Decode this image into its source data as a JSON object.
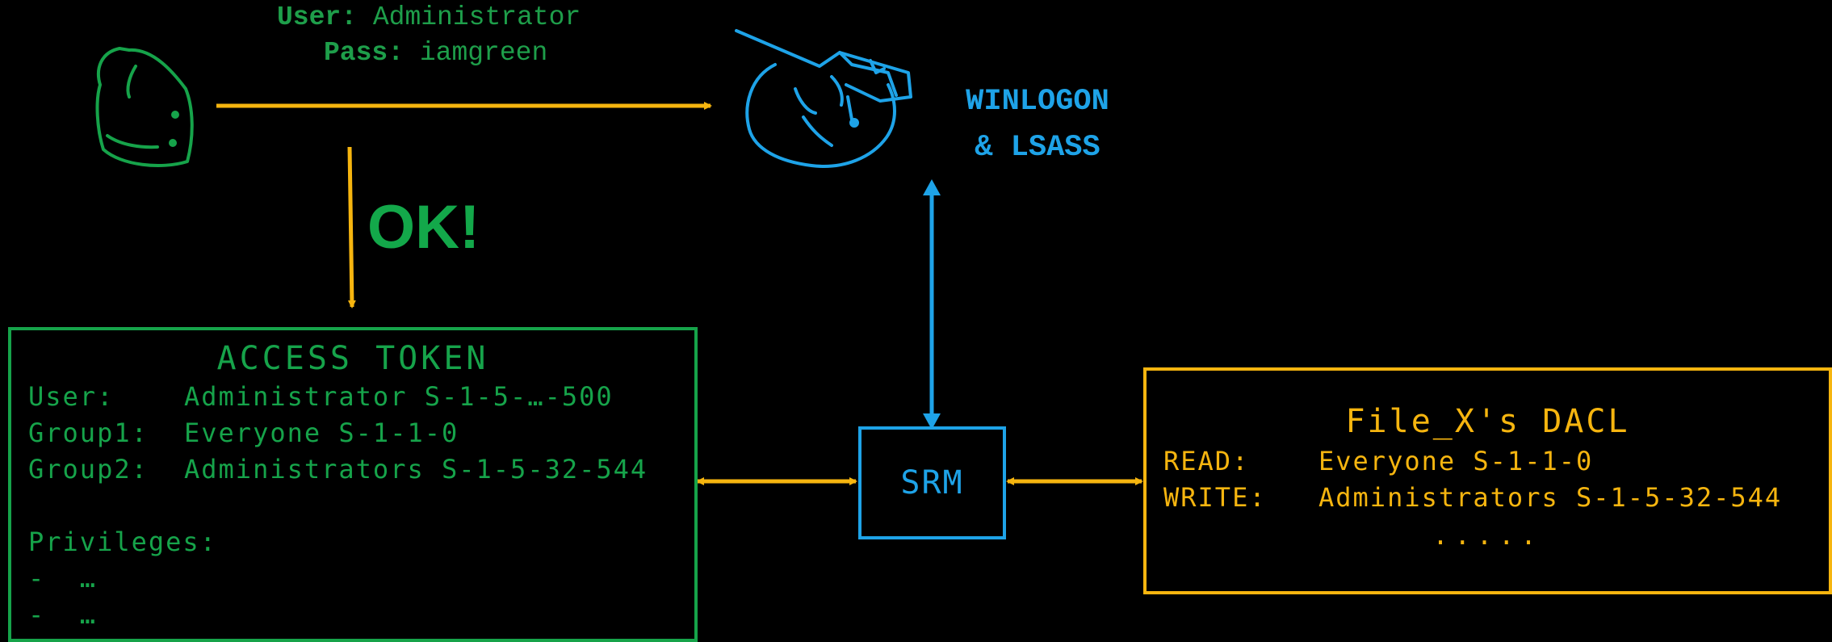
{
  "credentials": {
    "user_label": "User:",
    "user_value": "Administrator",
    "pass_label": "Pass:",
    "pass_value": "iamgreen"
  },
  "ok_label": "OK!",
  "winlogon": {
    "line1": "WINLOGON",
    "line2": "& LSASS"
  },
  "access_token": {
    "title": "ACCESS TOKEN",
    "rows": [
      {
        "key": "User:",
        "value": "Administrator S-1-5-…-500"
      },
      {
        "key": "Group1:",
        "value": "Everyone S-1-1-0"
      },
      {
        "key": "Group2:",
        "value": "Administrators S-1-5-32-544"
      }
    ],
    "privileges_label": "Privileges:",
    "privileges": [
      "-  …",
      "-  …"
    ]
  },
  "srm_label": "SRM",
  "dacl": {
    "title": "File_X's DACL",
    "rows": [
      {
        "key": "READ:",
        "value": "Everyone S-1-1-0"
      },
      {
        "key": "WRITE:",
        "value": "Administrators S-1-5-32-544"
      }
    ],
    "ellipsis": "....."
  },
  "colors": {
    "green": "#16a34a",
    "blue": "#1ea3e8",
    "yellow": "#f6b50f",
    "background": "#000000"
  },
  "icons": [
    "user-head-icon",
    "computer-doodle-icon"
  ]
}
